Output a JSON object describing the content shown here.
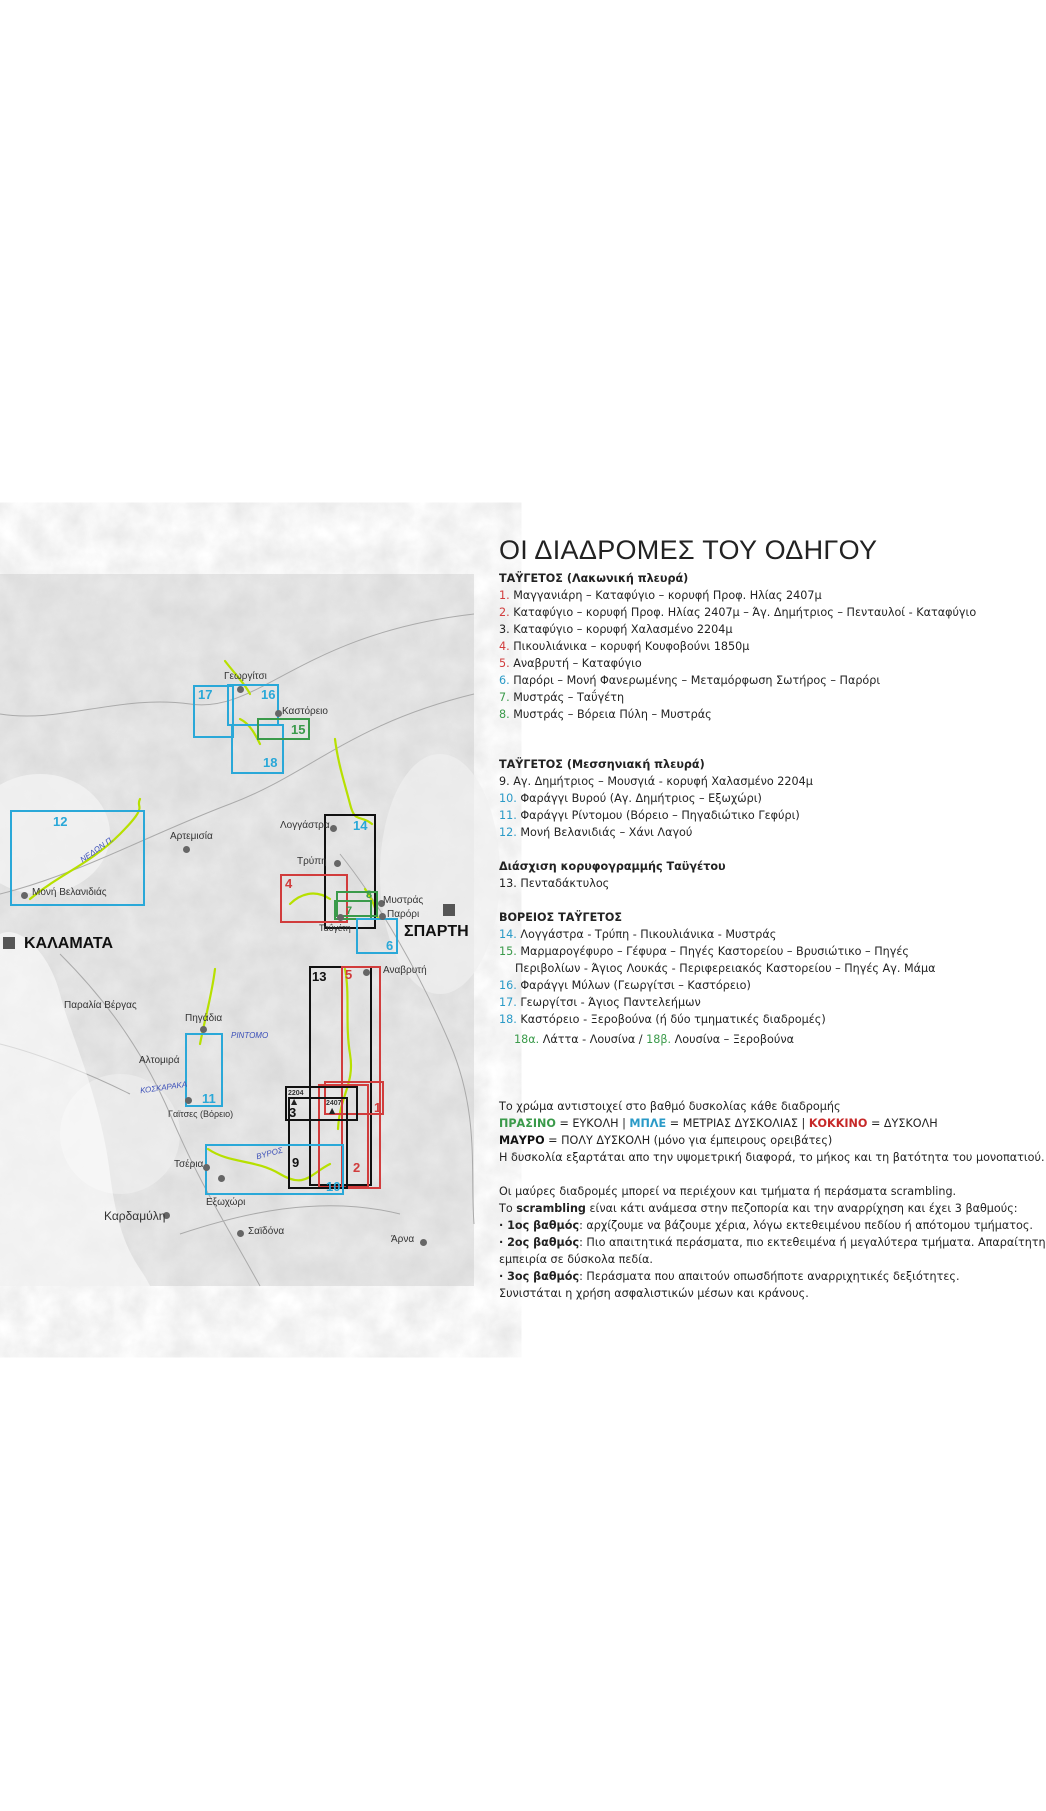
{
  "title": "ΟΙ ΔΙΑΔΡΟΜΕΣ ΤΟΥ ΟΔΗΓΟΥ",
  "sections": {
    "lakonia": {
      "heading": "ΤΑΫΓΕΤΟΣ (Λακωνική πλευρά)",
      "routes": [
        {
          "num": "1.",
          "text": "Μαγγανιάρη – Καταφύγιο – κορυφή Προφ. Ηλίας 2407μ",
          "color": "red"
        },
        {
          "num": "2.",
          "text": "Καταφύγιο – κορυφή Προφ. Ηλίας 2407μ – Άγ. Δημήτριος – Πενταυλοί - Καταφύγιο",
          "color": "red"
        },
        {
          "num": "3.",
          "text": "Καταφύγιο – κορυφή Χαλασμένο 2204μ",
          "color": "black"
        },
        {
          "num": "4.",
          "text": "Πικουλιάνικα – κορυφή Κουφοβούνι 1850μ",
          "color": "red"
        },
        {
          "num": "5.",
          "text": "Αναβρυτή – Καταφύγιο",
          "color": "red"
        },
        {
          "num": "6.",
          "text": "Παρόρι – Μονή Φανερωμένης – Μεταμόρφωση Σωτήρος – Παρόρι",
          "color": "blue"
        },
        {
          "num": "7.",
          "text": "Μυστράς – Ταΰγέτη",
          "color": "green"
        },
        {
          "num": "8.",
          "text": "Μυστράς – Βόρεια Πύλη – Μυστράς",
          "color": "green"
        }
      ]
    },
    "messinia": {
      "heading": "ΤΑΫΓΕΤΟΣ (Μεσσηνιακή πλευρά)",
      "routes": [
        {
          "num": "9.",
          "text": "Αγ. Δημήτριος – Μουσγιά - κορυφή Χαλασμένο 2204μ",
          "color": "black"
        },
        {
          "num": "10.",
          "text": "Φαράγγι Βυρού (Αγ. Δημήτριος – Εξωχώρι)",
          "color": "blue"
        },
        {
          "num": "11.",
          "text": "Φαράγγι Ρίντομου (Βόρειο – Πηγαδιώτικο Γεφύρι)",
          "color": "blue"
        },
        {
          "num": "12.",
          "text": "Μονή Βελανιδιάς – Χάνι Λαγού",
          "color": "blue"
        }
      ]
    },
    "ridge": {
      "heading": "Διάσχιση κορυφογραμμής Ταϋγέτου",
      "routes": [
        {
          "num": "13.",
          "text": "Πενταδάκτυλος",
          "color": "black"
        }
      ]
    },
    "north": {
      "heading": "ΒΟΡΕΙΟΣ ΤΑΫΓΕΤΟΣ",
      "routes": [
        {
          "num": "14.",
          "text": "Λογγάστρα - Τρύπη - Πικουλιάνικα - Μυστράς",
          "color": "blue"
        },
        {
          "num": "15.",
          "text": "Μαρμαρογέφυρο – Γέφυρα – Πηγές Καστορείου – Βρυσιώτικο – Πηγές",
          "color": "green"
        },
        {
          "num": "",
          "text": "Περιβολίων - Άγιος Λουκάς - Περιφερειακός Καστορείου – Πηγές Αγ. Μάμα",
          "color": "black"
        },
        {
          "num": "16.",
          "text": "Φαράγγι Μύλων (Γεωργίτσι – Καστόρειο)",
          "color": "blue"
        },
        {
          "num": "17.",
          "text": "Γεωργίτσι - Άγιος Παντελεήμων",
          "color": "blue"
        },
        {
          "num": "18.",
          "text": "Καστόρειο - Ξεροβούνα (ή δύο τμηματικές διαδρομές)",
          "color": "blue"
        }
      ],
      "sub": {
        "a_num": "18α.",
        "a_text": "Λάττα - Λουσίνα",
        "sep": "/",
        "b_num": "18β.",
        "b_text": "Λουσίνα – Ξεροβούνα"
      }
    }
  },
  "difficulty": {
    "intro": "Το χρώμα αντιστοιχεί στο βαθμό δυσκολίας κάθε διαδρομής",
    "green_word": "ΠΡΑΣΙΝΟ",
    "green_desc": "= ΕΥΚΟΛΗ |",
    "blue_word": "ΜΠΛΕ",
    "blue_desc": "= ΜΕΤΡΙΑΣ ΔΥΣΚΟΛΙΑΣ |",
    "red_word": "ΚΟΚΚΙΝΟ",
    "red_desc": "= ΔΥΣΚΟΛΗ",
    "black_word": "ΜΑΥΡΟ",
    "black_desc": "= ΠΟΛΥ ΔΥΣΚΟΛΗ (μόνο για έμπειρους ορειβάτες)",
    "note": "Η δυσκολία εξαρτάται απο την υψομετρική διαφορά, το μήκος και τη βατότητα του μονοπατιού."
  },
  "scrambling": {
    "line1": "Οι μαύρες διαδρομές μπορεί να περιέχουν και τμήματα ή περάσματα scrambling.",
    "line2_a": "Το",
    "line2_bold": "scrambling",
    "line2_b": "είναι κάτι ανάμεσα στην πεζοπορία και την αναρρίχηση και έχει 3 βαθμούς:",
    "g1_label": "· 1ος βαθμός",
    "g1_text": ": αρχίζουμε να βάζουμε χέρια, λόγω εκτεθειμένου πεδίου ή απότομου τμήματος.",
    "g2_label": "· 2ος βαθμός",
    "g2_text": ": Πιο απαιτητικά περάσματα, πιο εκτεθειμένα ή μεγαλύτερα τμήματα. Απαραίτητη",
    "g2_cont": "εμπειρία σε δύσκολα πεδία.",
    "g3_label": "· 3ος βαθμός",
    "g3_text": ": Περάσματα που απαιτούν οπωσδήποτε αναρριχητικές δεξιότητες.",
    "g3_cont": "Συνιστάται η χρήση ασφαλιστικών μέσων και κράνους."
  },
  "map": {
    "places": {
      "georgitsi": "Γεωργίτσι",
      "kastoreio": "Καστόρειο",
      "artemisia": "Αρτεμισία",
      "longastra": "Λογγάστρα",
      "trypi": "Τρύπη",
      "mystras": "Μυστράς",
      "parori": "Παρόρι",
      "taygeti": "Ταΰγέτη",
      "sparti": "ΣΠΑΡΤΗ",
      "kalamata": "ΚΑΛΑΜΑΤΑ",
      "moni_velanidias": "Μονή Βελανιδιάς",
      "anavryti": "Αναβρυτή",
      "paralia_vergas": "Παραλία Βέργας",
      "pigadia": "Πηγάδια",
      "altomira": "Αλτομιρά",
      "gaitses": "Γαϊτσες (Βόρειο)",
      "tseria": "Τσέρια",
      "exochori": "Εξωχώρι",
      "kardamyli": "Καρδαμύλη",
      "saidona": "Σαϊδόνα",
      "arna": "Άρνα"
    },
    "rivers": {
      "nedon": "ΝΕΔΩΝ Π.",
      "rintomo": "ΡΙΝΤΟΜΟ",
      "koskaraka": "ΚΟΣΚΑΡΑΚΑ",
      "vyros": "ΒΥΡΟΣ"
    },
    "peaks": {
      "p2204": "2204",
      "p2407": "2407"
    },
    "boxes": [
      "1",
      "2",
      "3",
      "4",
      "5",
      "6",
      "7",
      "8",
      "9",
      "10",
      "11",
      "12",
      "13",
      "14",
      "15",
      "16",
      "17",
      "18"
    ],
    "colors": {
      "blue": "#2aa8d8",
      "red": "#d13c3c",
      "black": "#111111",
      "green": "#3a9a4a",
      "route": "#b7e000"
    }
  }
}
